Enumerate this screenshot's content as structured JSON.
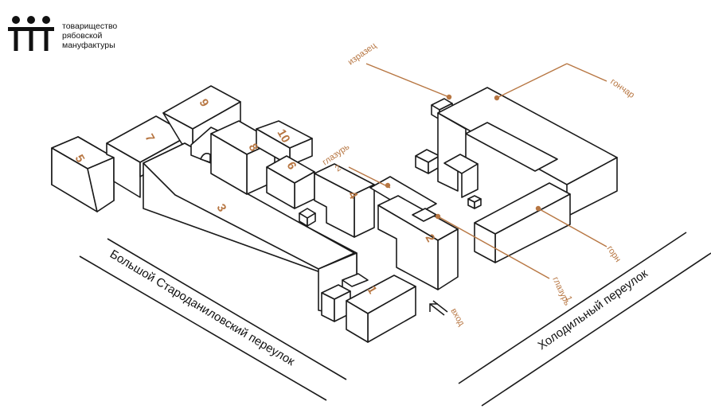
{
  "brand": {
    "logo_icon": "three-figures-logo",
    "lines": [
      "товарищество",
      "рябовской",
      "мануфактуры"
    ]
  },
  "colors": {
    "accent": "#b77642",
    "ink": "#1a1a1a"
  },
  "buildings": {
    "b1": "1",
    "b2": "2",
    "b3": "3",
    "b4": "4",
    "b5": "5",
    "b6": "6",
    "b7": "7",
    "b8": "8",
    "b9": "9",
    "b10": "10"
  },
  "labels": {
    "izrazec": "изразец",
    "gonchar": "гончар",
    "glazur2_word": "глазурь",
    "glazur2_num": "2",
    "gorn": "горн",
    "glazur1_word": "глазурь",
    "glazur1_num": "1",
    "vhod": "вход"
  },
  "streets": {
    "left": "Большой Староданиловский переулок",
    "right": "Холодильный переулок"
  }
}
